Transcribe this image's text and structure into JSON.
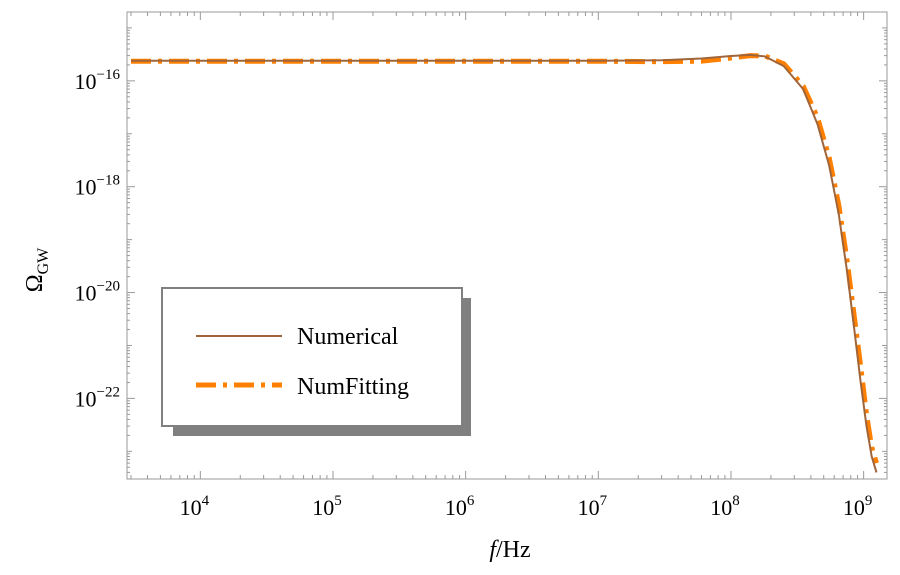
{
  "chart_data": {
    "type": "line",
    "xscale": "log",
    "yscale": "log",
    "xlabel": "f/Hz",
    "ylabel": "Ω_GW",
    "xlim": [
      2800,
      1500000000
    ],
    "ylim": [
      3e-24,
      2e-15
    ],
    "x_ticks": [
      {
        "value": 10000,
        "base": "10",
        "exp": "4"
      },
      {
        "value": 100000,
        "base": "10",
        "exp": "5"
      },
      {
        "value": 1000000,
        "base": "10",
        "exp": "6"
      },
      {
        "value": 10000000,
        "base": "10",
        "exp": "7"
      },
      {
        "value": 100000000,
        "base": "10",
        "exp": "8"
      },
      {
        "value": 1000000000,
        "base": "10",
        "exp": "9"
      }
    ],
    "y_ticks": [
      {
        "value": 1e-16,
        "base": "10",
        "exp": "−16"
      },
      {
        "value": 1e-18,
        "base": "10",
        "exp": "−18"
      },
      {
        "value": 1e-20,
        "base": "10",
        "exp": "−20"
      },
      {
        "value": 1e-22,
        "base": "10",
        "exp": "−22"
      }
    ],
    "legend_position": "lower-left",
    "grid": false,
    "series": [
      {
        "name": "Numerical",
        "color": "#a0653a",
        "style": "solid",
        "points": [
          [
            3000,
            2.4e-16
          ],
          [
            10000,
            2.4e-16
          ],
          [
            100000,
            2.4e-16
          ],
          [
            1000000,
            2.4e-16
          ],
          [
            10000000,
            2.4e-16
          ],
          [
            30000000,
            2.45e-16
          ],
          [
            60000000,
            2.65e-16
          ],
          [
            100000000,
            2.95e-16
          ],
          [
            140000000,
            3.1e-16
          ],
          [
            180000000,
            2.9e-16
          ],
          [
            250000000,
            1.9e-16
          ],
          [
            350000000,
            7e-17
          ],
          [
            450000000,
            1.5e-17
          ],
          [
            550000000,
            2.5e-18
          ],
          [
            650000000,
            3e-19
          ],
          [
            750000000,
            2.5e-20
          ],
          [
            850000000,
            2e-21
          ],
          [
            950000000,
            2e-22
          ],
          [
            1050000000,
            3e-23
          ],
          [
            1150000000,
            8e-24
          ],
          [
            1250000000,
            4e-24
          ]
        ]
      },
      {
        "name": "NumFitting",
        "color": "#ff8000",
        "style": "dash-dot",
        "points": [
          [
            3000,
            2.35e-16
          ],
          [
            10000,
            2.35e-16
          ],
          [
            100000,
            2.35e-16
          ],
          [
            1000000,
            2.35e-16
          ],
          [
            10000000,
            2.35e-16
          ],
          [
            30000000,
            2.3e-16
          ],
          [
            60000000,
            2.35e-16
          ],
          [
            100000000,
            2.7e-16
          ],
          [
            140000000,
            3e-16
          ],
          [
            180000000,
            2.95e-16
          ],
          [
            250000000,
            2.1e-16
          ],
          [
            350000000,
            8e-17
          ],
          [
            450000000,
            2e-17
          ],
          [
            550000000,
            3.5e-18
          ],
          [
            650000000,
            4.5e-19
          ],
          [
            750000000,
            4e-20
          ],
          [
            850000000,
            3.5e-21
          ],
          [
            950000000,
            4e-22
          ],
          [
            1050000000,
            5e-23
          ],
          [
            1150000000,
            1.2e-23
          ],
          [
            1250000000,
            6e-24
          ]
        ]
      }
    ]
  }
}
